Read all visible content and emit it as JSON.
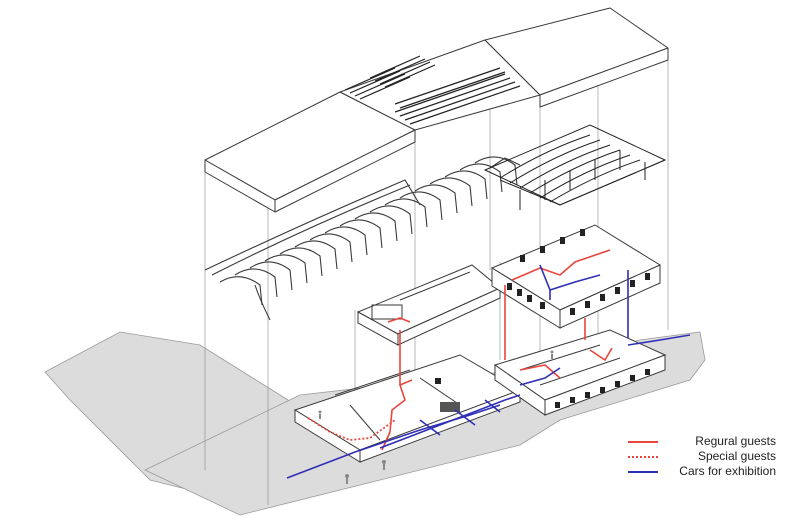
{
  "legend": {
    "items": [
      {
        "label": "Regural guests",
        "style": "solid",
        "color": "#e8453c"
      },
      {
        "label": "Special guests",
        "style": "dotted",
        "color": "#e8453c"
      },
      {
        "label": "Cars for exhibition",
        "style": "solid",
        "color": "#2f2fb5"
      }
    ]
  },
  "colors": {
    "line": "#3a3a3a",
    "ground": "#dcdcdc",
    "roof_fill": "#ffffff",
    "regular": "#e8453c",
    "special": "#e8453c",
    "cars": "#2f2fb5"
  }
}
